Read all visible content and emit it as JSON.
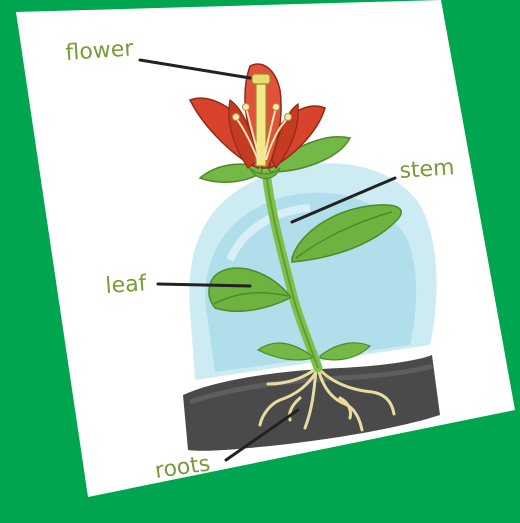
{
  "labels": {
    "flower": "flower",
    "stem": "stem",
    "leaf": "leaf",
    "roots": "roots"
  },
  "colors": {
    "background": "#00a64f",
    "card": "#ffffff",
    "label_text": "#7a9a3a",
    "petal": "#d8432b",
    "leaf": "#6db33f",
    "soil": "#4a4a4a",
    "glass": "#bfe6f0"
  }
}
